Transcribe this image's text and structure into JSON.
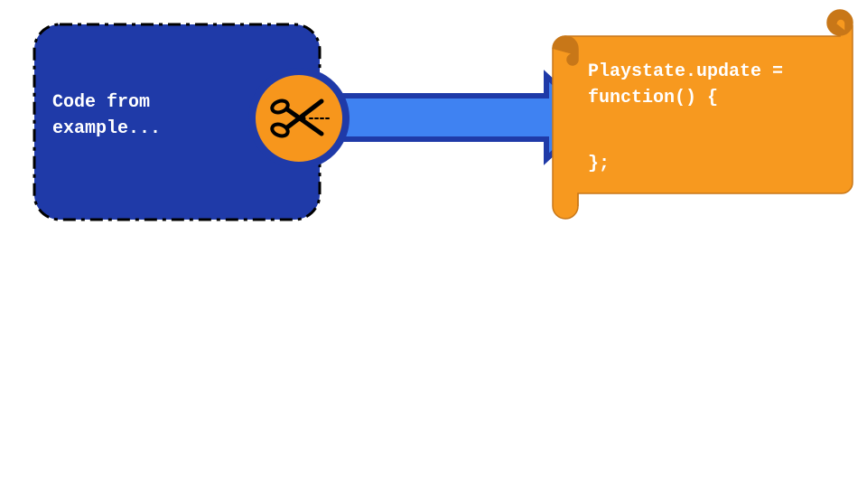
{
  "source_box": {
    "lines": [
      "Code from",
      "example..."
    ],
    "fill_color": "#1f3aa8",
    "border_style": "dash-dot"
  },
  "scissors_badge": {
    "icon": "scissors-icon",
    "fill_color": "#f7961c",
    "ring_color": "#1f3aa8"
  },
  "arrow": {
    "fill_color": "#3f82f2",
    "border_color": "#1f3aa8"
  },
  "scroll": {
    "lines": [
      "Playstate.update =",
      "function() {",
      "",
      "};"
    ],
    "fill_color": "#f7991f",
    "edge_color": "#c87718"
  }
}
